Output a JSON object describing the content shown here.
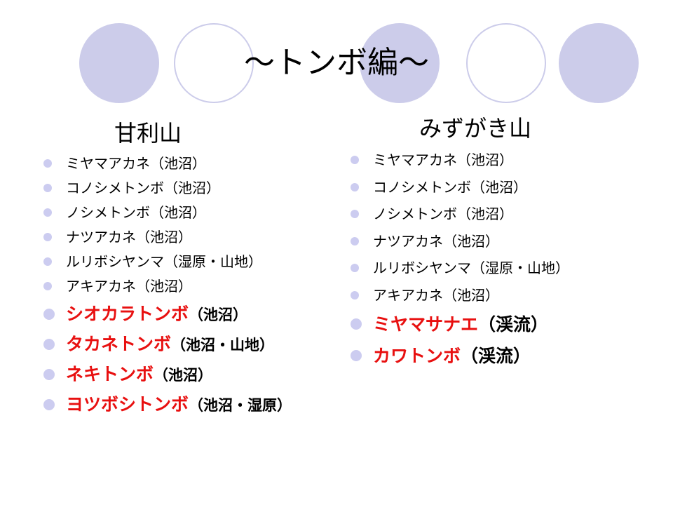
{
  "title": "～トンボ編～",
  "colors": {
    "circle": "#ccccea",
    "highlight": "#e81010"
  },
  "columns": [
    {
      "heading": "甘利山",
      "items": [
        {
          "name": "ミヤマアカネ",
          "habitat": "（池沼）",
          "highlight": false
        },
        {
          "name": "コノシメトンボ",
          "habitat": "（池沼）",
          "highlight": false
        },
        {
          "name": "ノシメトンボ",
          "habitat": "（池沼）",
          "highlight": false
        },
        {
          "name": "ナツアカネ",
          "habitat": "（池沼）",
          "highlight": false
        },
        {
          "name": "ルリボシヤンマ",
          "habitat": "（湿原・山地）",
          "highlight": false
        },
        {
          "name": "アキアカネ",
          "habitat": "（池沼）",
          "highlight": false
        },
        {
          "name": "シオカラトンボ",
          "habitat": "（池沼）",
          "highlight": true
        },
        {
          "name": "タカネトンボ",
          "habitat": "（池沼・山地）",
          "highlight": true
        },
        {
          "name": "ネキトンボ",
          "habitat": "（池沼）",
          "highlight": true
        },
        {
          "name": "ヨツボシトンボ",
          "habitat": "（池沼・湿原）",
          "highlight": true
        }
      ]
    },
    {
      "heading": "みずがき山",
      "items": [
        {
          "name": "ミヤマアカネ",
          "habitat": "（池沼）",
          "highlight": false
        },
        {
          "name": "コノシメトンボ",
          "habitat": "（池沼）",
          "highlight": false
        },
        {
          "name": "ノシメトンボ",
          "habitat": "（池沼）",
          "highlight": false
        },
        {
          "name": "ナツアカネ",
          "habitat": "（池沼）",
          "highlight": false
        },
        {
          "name": "ルリボシヤンマ",
          "habitat": "（湿原・山地）",
          "highlight": false
        },
        {
          "name": "アキアカネ",
          "habitat": "（池沼）",
          "highlight": false
        },
        {
          "name": "ミヤマサナエ",
          "habitat": "（渓流）",
          "highlight": true
        },
        {
          "name": "カワトンボ",
          "habitat": "（渓流）",
          "highlight": true
        }
      ]
    }
  ]
}
